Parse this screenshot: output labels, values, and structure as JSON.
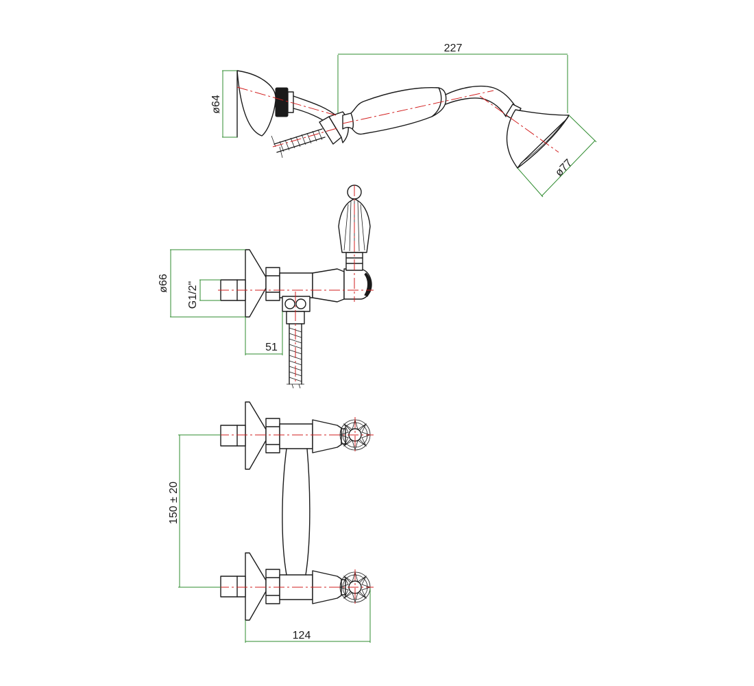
{
  "dimensions": {
    "handshower_length": "227",
    "holder_diameter": "ø64",
    "showerhead_diameter": "ø77",
    "flange_diameter": "ø66",
    "thread": "G1/2\"",
    "projection": "51",
    "centres": "150 ± 20",
    "overall_width": "124"
  },
  "colors": {
    "outline": "#1a1a1a",
    "dimension_lines": "#2e8b2e",
    "axis_lines": "#d21e1e"
  }
}
